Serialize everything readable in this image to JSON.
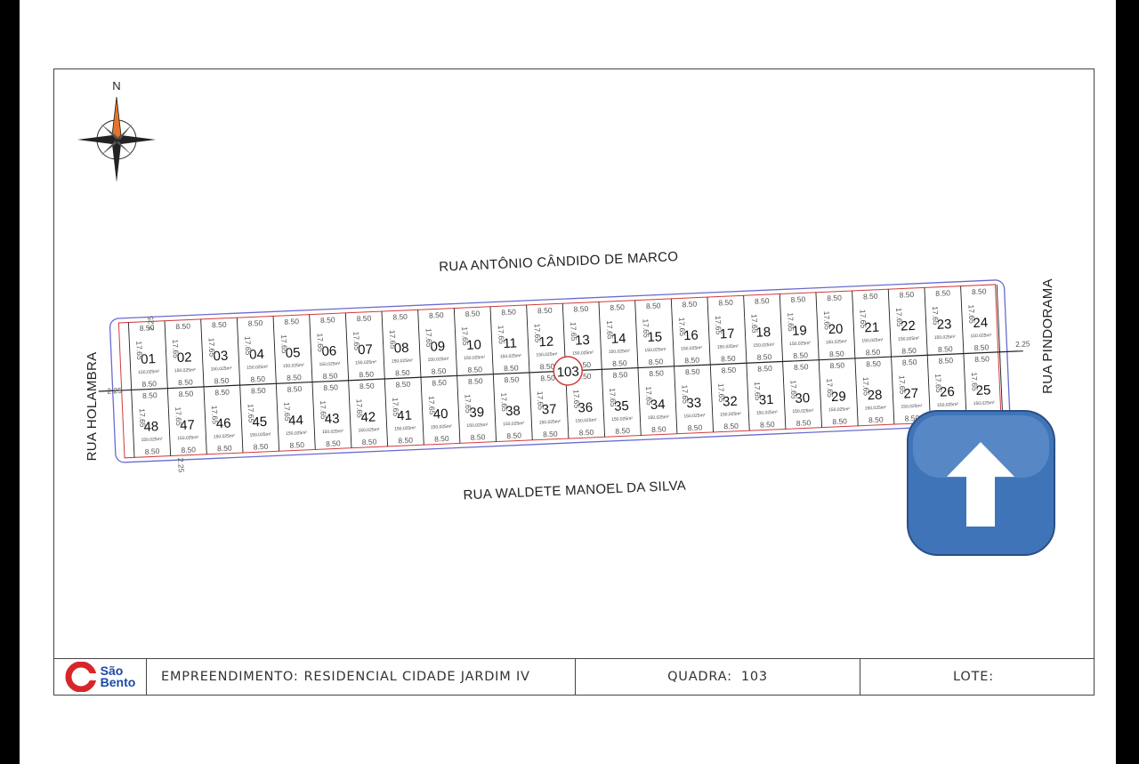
{
  "north_label": "N",
  "streets": {
    "top": "RUA ANTÔNIO CÂNDIDO  DE MARCO",
    "bottom": "RUA WALDETE MANOEL DA SILVA",
    "left": "RUA HOLAMBRA",
    "right": "RUA PINDORAMA"
  },
  "block_number": "103",
  "lot_width": "8.50",
  "lot_depth": "17.65",
  "lot_area": "150,025m²",
  "corner_dim": "2.25",
  "lots_top": [
    "01",
    "02",
    "03",
    "04",
    "05",
    "06",
    "07",
    "08",
    "09",
    "10",
    "11",
    "12",
    "13",
    "14",
    "15",
    "16",
    "17",
    "18",
    "19",
    "20",
    "21",
    "22",
    "23",
    "24"
  ],
  "lots_bottom": [
    "48",
    "47",
    "46",
    "45",
    "44",
    "43",
    "42",
    "41",
    "40",
    "39",
    "38",
    "37",
    "36",
    "35",
    "34",
    "33",
    "32",
    "31",
    "30",
    "29",
    "28",
    "27",
    "26",
    "25"
  ],
  "title_block": {
    "logo_line1": "São",
    "logo_line2": "Bento",
    "empreendimento_label": "EMPREENDIMENTO:",
    "empreendimento_value": "RESIDENCIAL CIDADE JARDIM IV",
    "quadra_label": "QUADRA:",
    "quadra_value": "103",
    "lote_label": "LOTE:",
    "lote_value": ""
  },
  "colors": {
    "lot_line": "#222222",
    "block_outline": "#d23a3a",
    "street_outline": "#6a6ad0",
    "arrow_bg": "#3f74b8",
    "logo_red": "#d7262b",
    "logo_blue": "#1a4aa6"
  },
  "icons": {
    "compass": "compass-rose-icon",
    "arrow": "up-arrow-icon"
  }
}
